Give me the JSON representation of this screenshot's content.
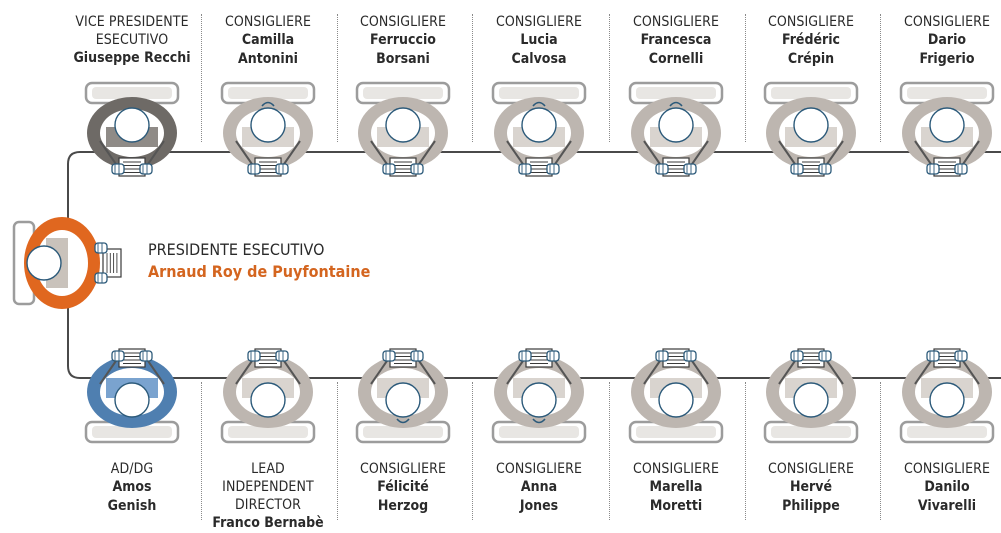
{
  "president": {
    "role": "PRESIDENTE ESECUTIVO",
    "name": "Arnaud Roy de Puyfontaine",
    "ring_color": "#e0671f"
  },
  "colors": {
    "table_line": "#4a4a4a",
    "chair": "#9c9c9c",
    "ring_default": "#bdb6b0",
    "ring_vice": "#6e6a66",
    "ring_ceo": "#4f7fb0",
    "head": "#ffffff",
    "body_default": "#d9d4cf",
    "body_vice": "#8f8b87",
    "body_ceo": "#7aa3cf",
    "head_outline": "#2c5a7a",
    "name_orange": "#d4651f"
  },
  "top_row": [
    {
      "role": [
        "VICE PRESIDENTE",
        "ESECUTIVO"
      ],
      "name": [
        "Giuseppe Recchi"
      ],
      "style": "vice",
      "head": "plain"
    },
    {
      "role": [
        "CONSIGLIERE"
      ],
      "name": [
        "Camilla",
        "Antonini"
      ],
      "style": "default",
      "head": "female"
    },
    {
      "role": [
        "CONSIGLIERE"
      ],
      "name": [
        "Ferruccio",
        "Borsani"
      ],
      "style": "default",
      "head": "bald"
    },
    {
      "role": [
        "CONSIGLIERE"
      ],
      "name": [
        "Lucia",
        "Calvosa"
      ],
      "style": "default",
      "head": "female"
    },
    {
      "role": [
        "CONSIGLIERE"
      ],
      "name": [
        "Francesca",
        "Cornelli"
      ],
      "style": "default",
      "head": "female"
    },
    {
      "role": [
        "CONSIGLIERE"
      ],
      "name": [
        "Frédéric",
        "Crépin"
      ],
      "style": "default",
      "head": "bald"
    },
    {
      "role": [
        "CONSIGLIERE"
      ],
      "name": [
        "Dario",
        "Frigerio"
      ],
      "style": "default",
      "head": "bald"
    }
  ],
  "bottom_row": [
    {
      "role": [
        "AD/DG"
      ],
      "name": [
        "Amos",
        "Genish"
      ],
      "style": "ceo",
      "head": "bald"
    },
    {
      "role": [
        "LEAD INDEPENDENT",
        "DIRECTOR"
      ],
      "name": [
        "Franco Bernabè"
      ],
      "style": "default",
      "head": "bald"
    },
    {
      "role": [
        "CONSIGLIERE"
      ],
      "name": [
        "Félicité",
        "Herzog"
      ],
      "style": "default",
      "head": "female"
    },
    {
      "role": [
        "CONSIGLIERE"
      ],
      "name": [
        "Anna",
        "Jones"
      ],
      "style": "default",
      "head": "female"
    },
    {
      "role": [
        "CONSIGLIERE"
      ],
      "name": [
        "Marella",
        "Moretti"
      ],
      "style": "default",
      "head": "plain"
    },
    {
      "role": [
        "CONSIGLIERE"
      ],
      "name": [
        "Hervé",
        "Philippe"
      ],
      "style": "default",
      "head": "bald"
    },
    {
      "role": [
        "CONSIGLIERE"
      ],
      "name": [
        "Danilo",
        "Vivarelli"
      ],
      "style": "default",
      "head": "bald"
    }
  ]
}
